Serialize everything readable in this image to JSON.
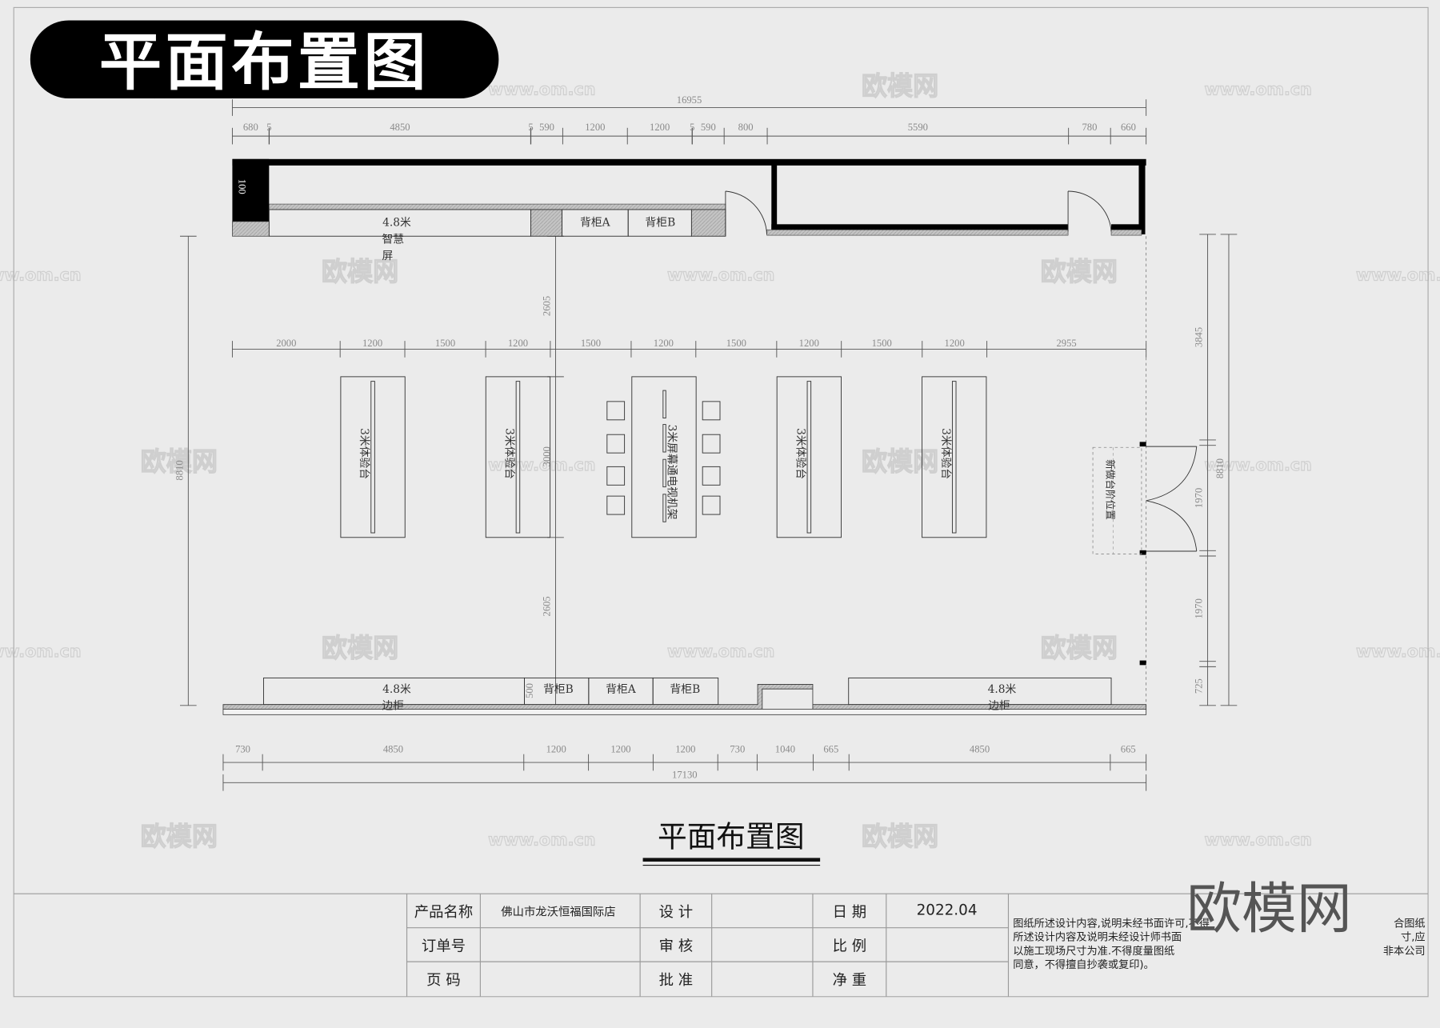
{
  "header": {
    "title": "平面布置图"
  },
  "drawing_title": "平面布置图",
  "colors": {
    "paper": "#ebebeb",
    "ink": "#000000",
    "dim_text": "#8a8a8a",
    "hatch": "#b5b5b5"
  },
  "dimensions": {
    "top_total": "16955",
    "top_segments": [
      680,
      5,
      4850,
      5,
      590,
      1200,
      1200,
      5,
      590,
      800,
      5590,
      780,
      660
    ],
    "middle_segments": [
      2000,
      1200,
      1500,
      1200,
      1500,
      1200,
      1500,
      1200,
      1500,
      1200,
      2955
    ],
    "bottom_total": "17130",
    "bottom_segments": [
      730,
      4850,
      1200,
      1200,
      1200,
      730,
      1040,
      665,
      4850,
      665
    ],
    "right_segments": [
      3845,
      1970,
      1970,
      725
    ],
    "right_total": "8810",
    "left_total": "8810",
    "center_segments": [
      "2605",
      "3000",
      "2605"
    ],
    "wall_thickness": "100",
    "cabinet_depth": "500"
  },
  "labels": {
    "smart_screen": [
      "4.8米",
      "智慧",
      "屏"
    ],
    "back_cabinet_a": "背柜A",
    "back_cabinet_b": "背柜B",
    "experience_table": "3米体验台",
    "tv_table": "3米屏幕通电视机架",
    "side_cabinet": [
      "4.8米",
      "边柜"
    ],
    "step": "新做台阶位置"
  },
  "title_block": {
    "product_name_label": "产品名称",
    "product_name_value": "佛山市龙沃恒福国际店",
    "order_label": "订单号",
    "page_label": "页 码",
    "design_label": "设 计",
    "review_label": "审 核",
    "approve_label": "批 准",
    "date_label": "日 期",
    "date_value": "2022.04",
    "scale_label": "比 例",
    "weight_label": "净 重",
    "note_lines": [
      [
        "图纸所述设计内容,说明未经书面许可,不得",
        "合图纸"
      ],
      [
        "所述设计内容及说明未经设计师书面",
        "寸,应"
      ],
      [
        "以施工现场尺寸为准.不得度量图纸",
        "非本公司"
      ],
      [
        "同意，不得擅自抄袭或复印)。",
        ""
      ]
    ]
  },
  "watermark": {
    "logo": "欧模网",
    "url": "www.om.cn"
  }
}
